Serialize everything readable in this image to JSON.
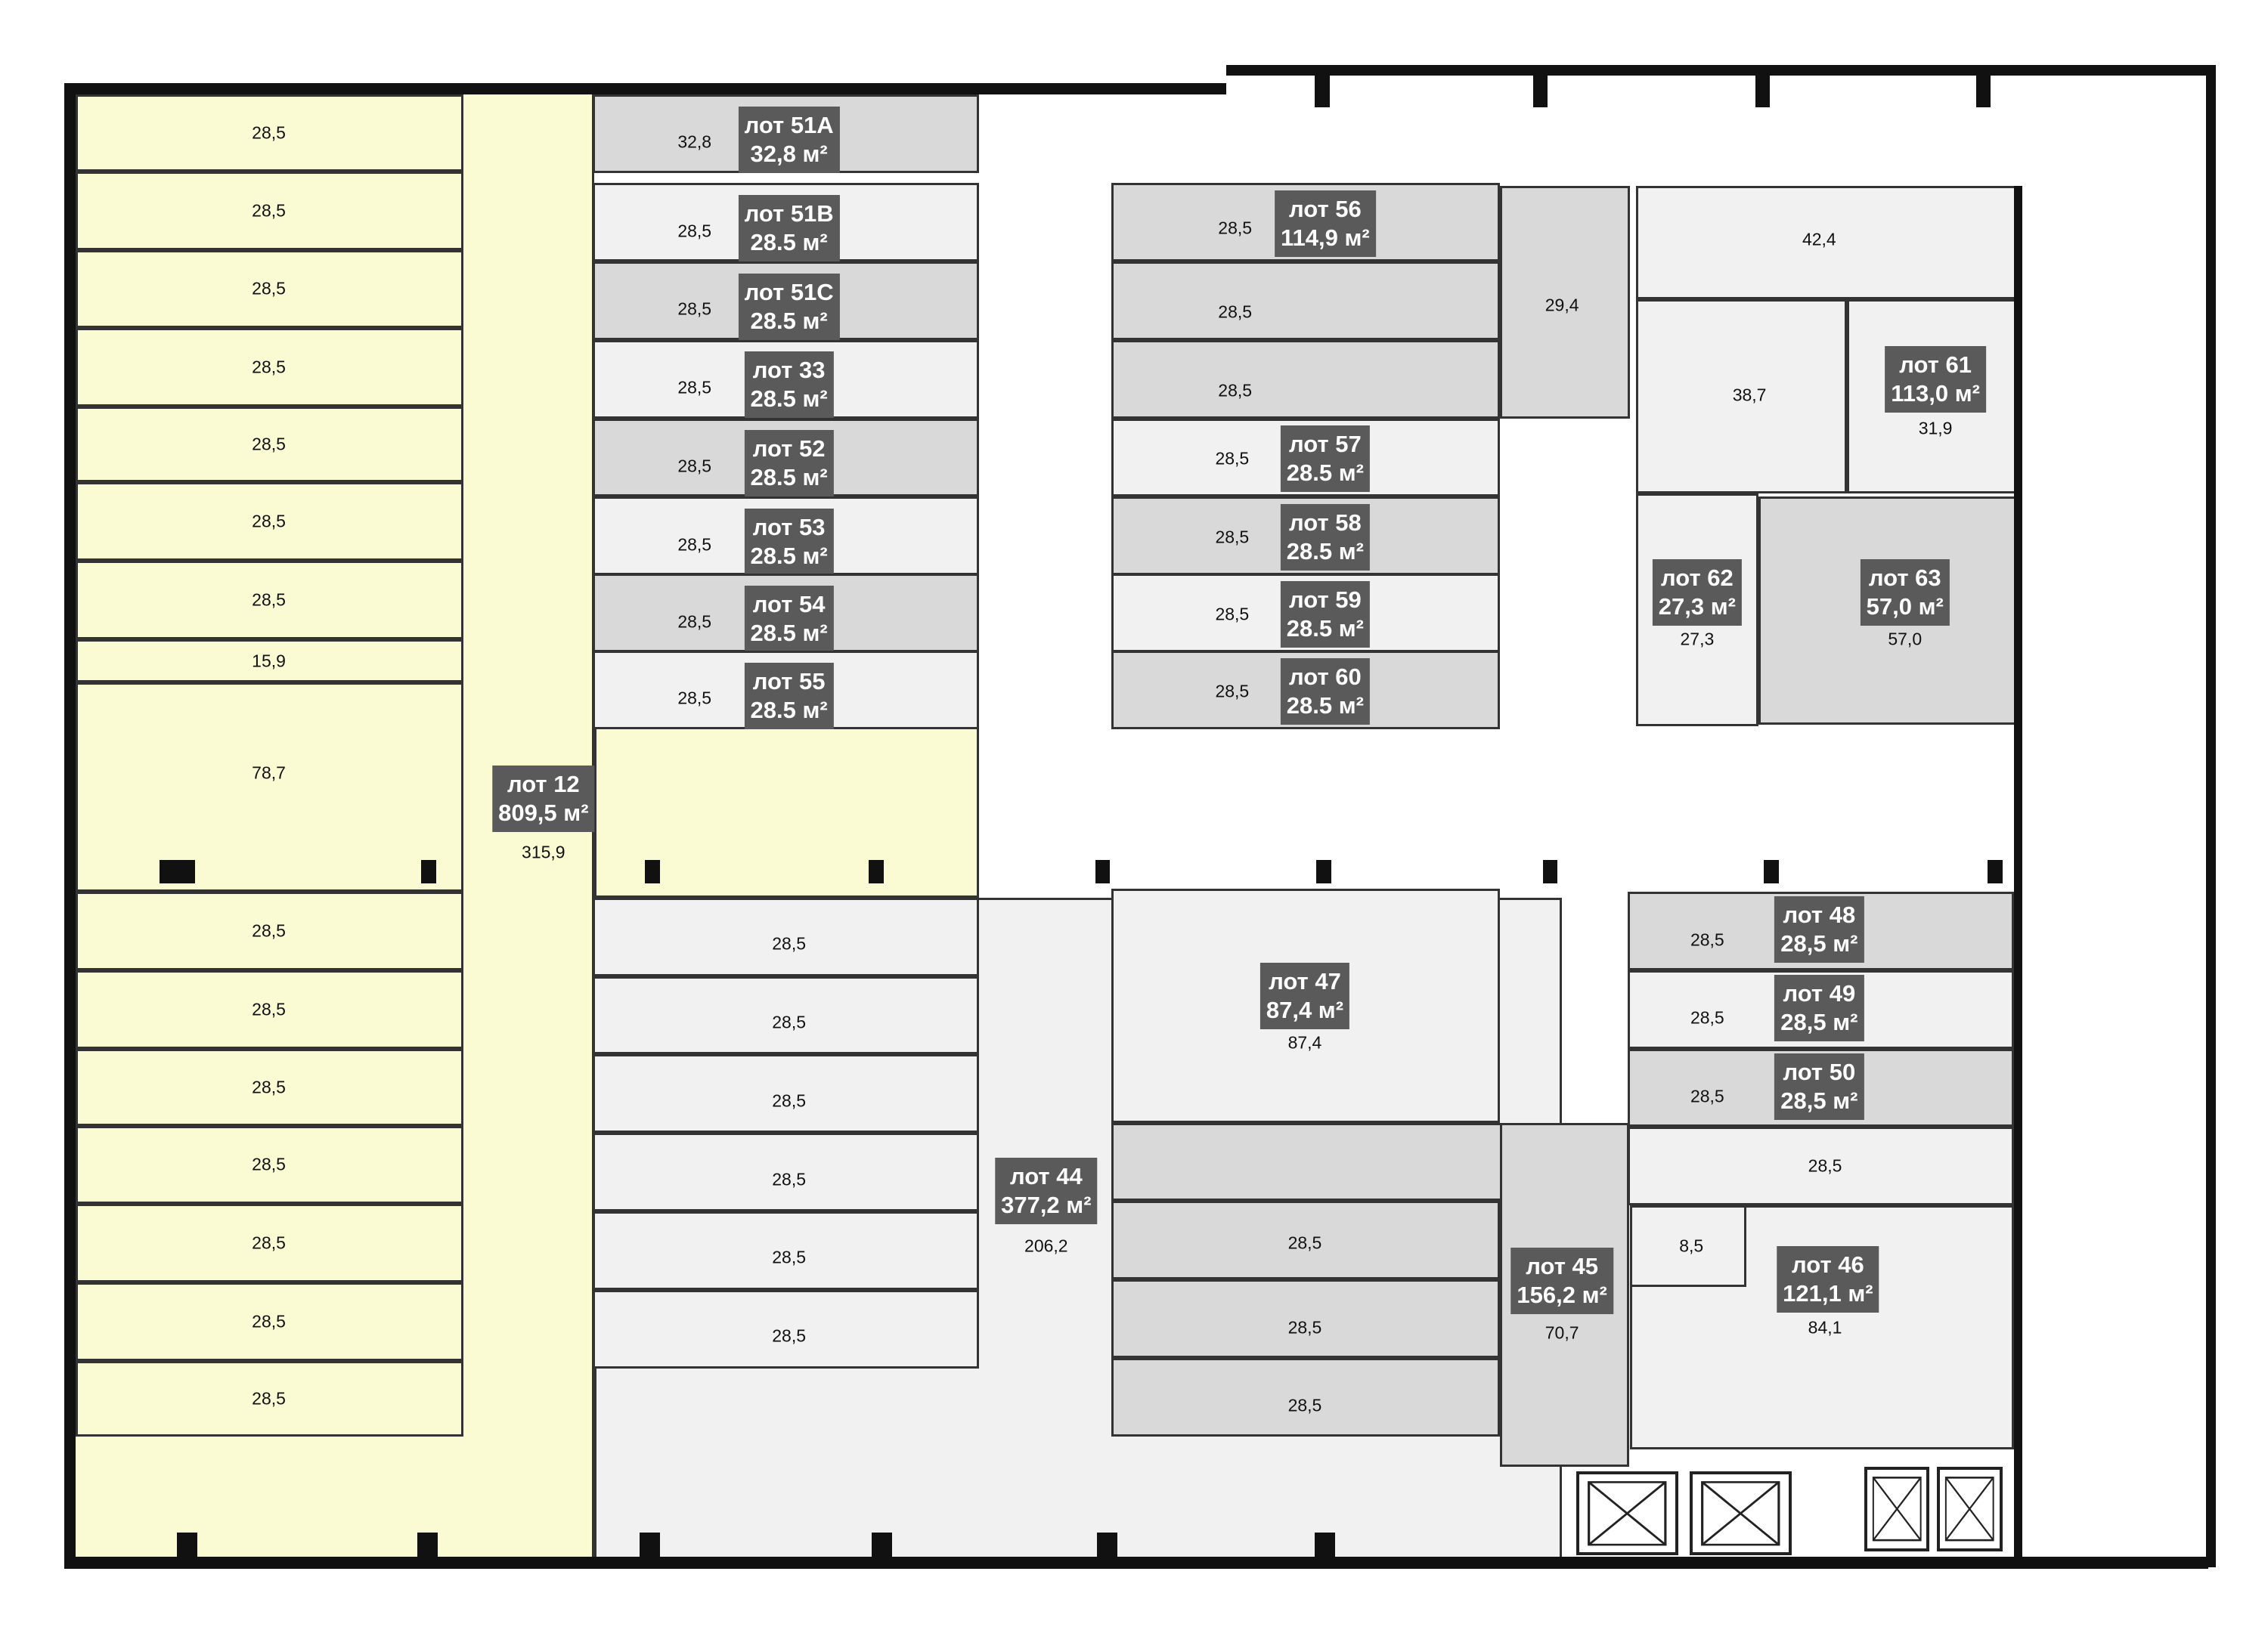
{
  "colors": {
    "yellow_zone": "#fbfbd3",
    "dark_cell": "#d8d9d8",
    "light_cell": "#f1f1f1",
    "badge_bg": "#5a5a5a",
    "badge_text": "#ffffff",
    "wall": "#111111"
  },
  "area_unit": "м²",
  "left_column": [
    "28,5",
    "28,5",
    "28,5",
    "28,5",
    "28,5",
    "28,5",
    "28,5",
    "15,9",
    "78,7",
    "28,5",
    "28,5",
    "28,5",
    "28,5",
    "28,5",
    "28,5",
    "28,5"
  ],
  "mid_column": {
    "top": [
      {
        "area": "32,8",
        "lot": "лот 51А",
        "size": "32,8"
      },
      {
        "area": "28,5",
        "lot": "лот 51В",
        "size": "28.5"
      },
      {
        "area": "28,5",
        "lot": "лот 51С",
        "size": "28.5"
      },
      {
        "area": "28,5",
        "lot": "лот 33",
        "size": "28.5"
      },
      {
        "area": "28,5",
        "lot": "лот 52",
        "size": "28.5"
      },
      {
        "area": "28,5",
        "lot": "лот 53",
        "size": "28.5"
      },
      {
        "area": "28,5",
        "lot": "лот 54",
        "size": "28.5"
      },
      {
        "area": "28,5",
        "lot": "лот 55",
        "size": "28.5"
      }
    ],
    "bottom": [
      "28,5",
      "28,5",
      "28,5",
      "28,5",
      "28,5",
      "28,5"
    ]
  },
  "lot12": {
    "lot": "лот 12",
    "size": "809,5",
    "area": "315,9"
  },
  "lot44": {
    "lot": "лот 44",
    "size": "377,2",
    "area": "206,2"
  },
  "right_block": {
    "lot56": {
      "area": "28,5",
      "lot": "лот 56",
      "size": "114,9"
    },
    "rows": [
      "28,5",
      "28,5"
    ],
    "side": "29,4",
    "lots": [
      {
        "area": "28,5",
        "lot": "лот 57",
        "size": "28.5"
      },
      {
        "area": "28,5",
        "lot": "лот 58",
        "size": "28.5"
      },
      {
        "area": "28,5",
        "lot": "лот 59",
        "size": "28.5"
      },
      {
        "area": "28,5",
        "lot": "лот 60",
        "size": "28.5"
      }
    ]
  },
  "far_right": {
    "top": "42,4",
    "left": "38,7",
    "lot61": {
      "lot": "лот 61",
      "size": "113,0",
      "area": "31,9"
    },
    "lot62": {
      "lot": "лот 62",
      "size": "27,3",
      "area": "27,3"
    },
    "lot63": {
      "lot": "лот 63",
      "size": "57,0",
      "area": "57,0"
    }
  },
  "lot47": {
    "lot": "лот 47",
    "size": "87,4",
    "area": "87,4"
  },
  "lot45": {
    "lot": "лот 45",
    "size": "156,2",
    "area": "70,7",
    "rows": [
      "28,5",
      "28,5",
      "28,5"
    ]
  },
  "lots_48_50": [
    {
      "area": "28,5",
      "lot": "лот 48",
      "size": "28,5"
    },
    {
      "area": "28,5",
      "lot": "лот 49",
      "size": "28,5"
    },
    {
      "area": "28,5",
      "lot": "лот 50",
      "size": "28,5"
    }
  ],
  "row_after_50": "28,5",
  "lot46": {
    "lot": "лот 46",
    "size": "121,1",
    "area": "84,1",
    "small": "8,5"
  }
}
